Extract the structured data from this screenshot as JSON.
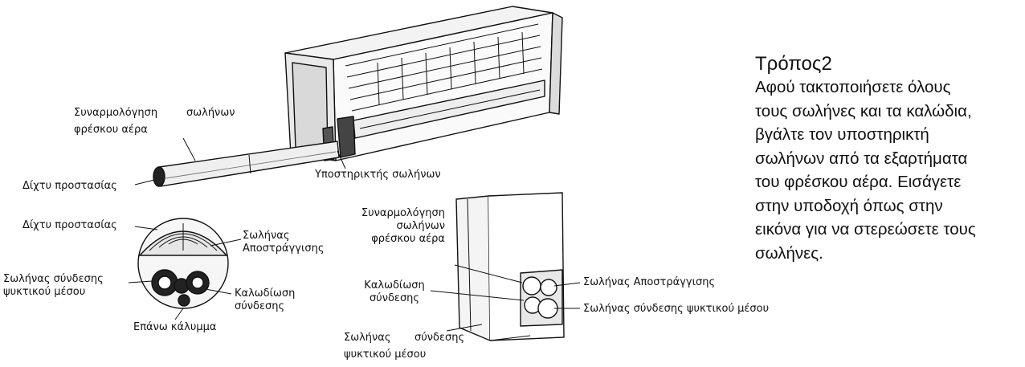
{
  "main_diagram": {
    "labels": {
      "fresh_air_assembly_l1": "Συναρμολόγηση",
      "fresh_air_assembly_pipes": "σωλήνων",
      "fresh_air_assembly_l2": "φρέσκου αέρα",
      "protection_net": "Δίχτυ προστασίας",
      "pipe_support": "Υποστηρικτής σωλήνων"
    }
  },
  "section_detail": {
    "labels": {
      "protection_net": "Δίχτυ προστασίας",
      "drain_pipe_l1": "Σωλήνας",
      "drain_pipe_l2": "Αποστράγγισης",
      "refrigerant_pipe_l1": "Σωλήνας σύνδεσης",
      "refrigerant_pipe_l2": "ψυκτικού μέσου",
      "wiring_l1": "Καλωδίωση",
      "wiring_l2": "σύνδεσης",
      "top_cover": "Επάνω κάλυμμα"
    }
  },
  "side_detail": {
    "labels": {
      "assembly_l1": "Συναρμολόγηση",
      "assembly_l2": "σωλήνων",
      "assembly_l3": "φρέσκου αέρα",
      "wiring_l1": "Καλωδίωση",
      "wiring_l2": "σύνδεσης",
      "drain_pipe": "Σωλήνας Αποστράγγισης",
      "refrigerant_pipe": "Σωλήνας σύνδεσης ψυκτικού μέσου",
      "refrigerant_bottom_l1a": "Σωλήνας",
      "refrigerant_bottom_l1b": "σύνδεσης",
      "refrigerant_bottom_l2": "ψυκτικού μέσου"
    }
  },
  "method_text": {
    "title": "Τρόπος2",
    "lines": [
      "Αφού τακτοποιήσετε όλους",
      "τους σωλήνες και τα καλώδια,",
      "βγάλτε τον υποστηρικτή",
      "σωλήνων από τα εξαρτήματα",
      "του φρέσκου αέρα. Εισάγετε",
      "στην υποδοχή όπως στην",
      "εικόνα για να στερεώσετε τους",
      "σωλήνες."
    ]
  }
}
